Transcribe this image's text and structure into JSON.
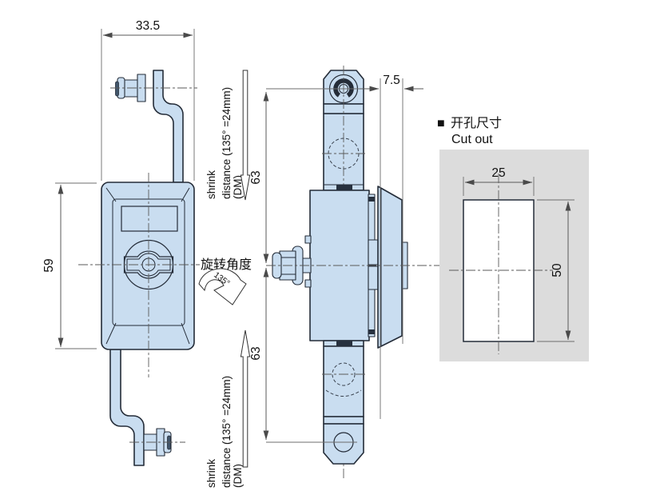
{
  "front_view": {
    "width": "33.5",
    "height": "59"
  },
  "side_view": {
    "upper_length": "63",
    "lower_length": "63",
    "panel_offset": "7.5"
  },
  "shrink_note": {
    "line1": "shrink",
    "line2": "distance (135°  =24mm)",
    "line3": "(DM)"
  },
  "rotation": {
    "label": "旋转角度",
    "angle": "135°"
  },
  "cutout": {
    "marker": "■",
    "title_cn": "开孔尺寸",
    "title_en": "Cut out",
    "width": "25",
    "height": "50"
  },
  "colors": {
    "part_fill": "#c9ddf0",
    "outline": "#242c38",
    "dim_line": "#5a5a5a",
    "panel_gray": "#dcdcdc",
    "background": "#ffffff"
  }
}
